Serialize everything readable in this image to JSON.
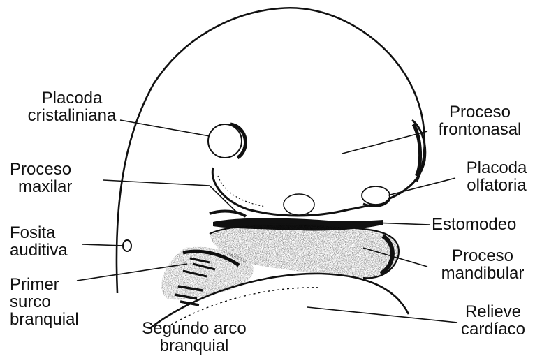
{
  "diagram": {
    "ink_color": "#111111",
    "background_color": "#ffffff",
    "labels": {
      "placoda_cristaliniana": [
        "Placoda",
        "cristaliniana"
      ],
      "proceso_maxilar": [
        "Proceso",
        "maxilar"
      ],
      "fosita_auditiva": [
        "Fosita",
        "auditiva"
      ],
      "primer_surco_branquial": [
        "Primer",
        "surco",
        "branquial"
      ],
      "segundo_arco_branquial": [
        "Segundo arco",
        "branquial"
      ],
      "proceso_frontonasal": [
        "Proceso",
        "frontonasal"
      ],
      "placoda_olfatoria": [
        "Placoda",
        "olfatoria"
      ],
      "estomodeo": [
        "Estomodeo"
      ],
      "proceso_mandibular": [
        "Proceso",
        "mandibular"
      ],
      "relieve_cardiaco": [
        "Relieve",
        "cardíaco"
      ]
    }
  }
}
